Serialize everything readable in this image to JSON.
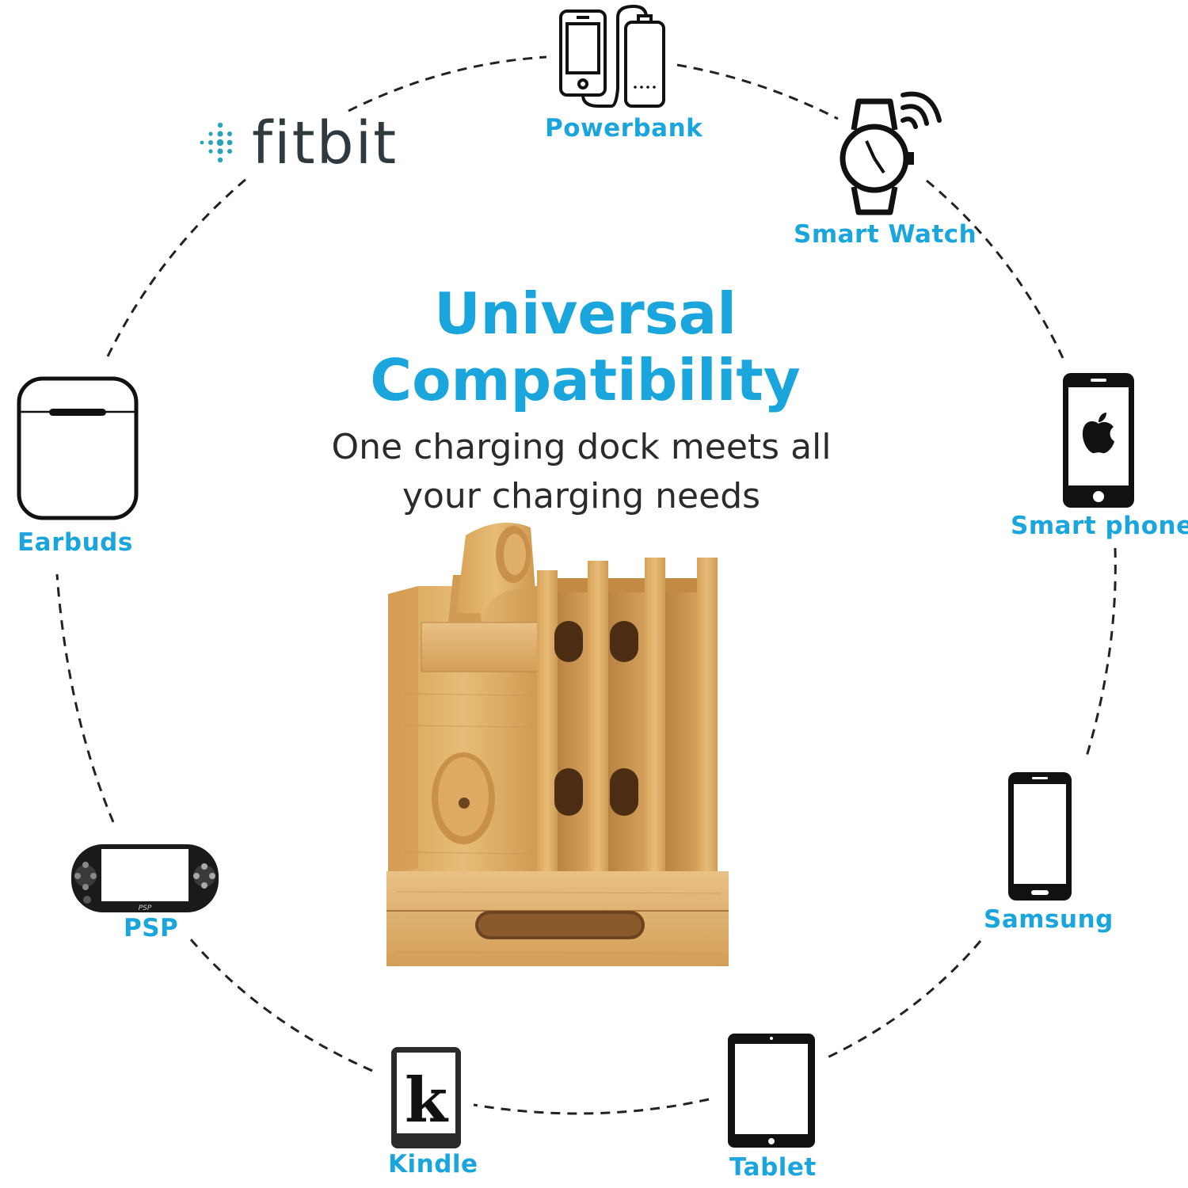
{
  "headline": {
    "line1": "Universal",
    "line2": "Compatibility"
  },
  "subtitle": {
    "line1": "One charging dock meets all",
    "line2": "your charging needs"
  },
  "brand_logo": {
    "text": "fitbit",
    "icon": "fitbit-dots-icon"
  },
  "devices": [
    {
      "label": "Powerbank",
      "icon": "powerbank-icon"
    },
    {
      "label": "Smart Watch",
      "icon": "smartwatch-icon"
    },
    {
      "label": "Smart phone",
      "icon": "iphone-icon"
    },
    {
      "label": "Samsung",
      "icon": "samsung-phone-icon"
    },
    {
      "label": "Tablet",
      "icon": "tablet-icon"
    },
    {
      "label": "Kindle",
      "icon": "kindle-icon"
    },
    {
      "label": "PSP",
      "icon": "psp-icon"
    },
    {
      "label": "Earbuds",
      "icon": "earbuds-case-icon"
    }
  ],
  "product": {
    "icon": "bamboo-charging-dock"
  },
  "colors": {
    "accent": "#1aa6dd",
    "text": "#2b2b2b",
    "wood": "#d9a85c"
  }
}
